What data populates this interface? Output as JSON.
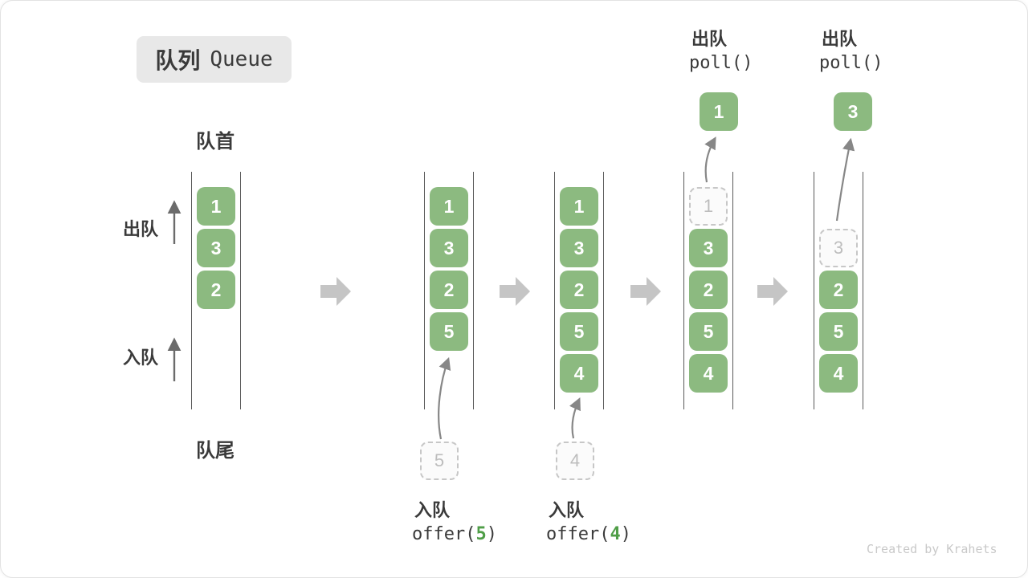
{
  "title": {
    "zh": "队列",
    "en": "Queue"
  },
  "labels": {
    "front": "队首",
    "rear": "队尾",
    "dequeue": "出队",
    "enqueue": "入队"
  },
  "states": [
    {
      "slots": [
        "1",
        "3",
        "2"
      ]
    },
    {
      "slots": [
        "1",
        "3",
        "2",
        "5"
      ],
      "incoming": "5"
    },
    {
      "slots": [
        "1",
        "3",
        "2",
        "5",
        "4"
      ],
      "incoming": "4"
    },
    {
      "dashed": "1",
      "slots": [
        "3",
        "2",
        "5",
        "4"
      ],
      "out": "1"
    },
    {
      "dashed": "3",
      "slots": [
        "2",
        "5",
        "4"
      ],
      "out": "3"
    }
  ],
  "ops": {
    "offer5": {
      "label": "入队",
      "code_pre": "offer(",
      "arg": "5",
      "code_post": ")"
    },
    "offer4": {
      "label": "入队",
      "code_pre": "offer(",
      "arg": "4",
      "code_post": ")"
    },
    "poll1": {
      "label": "出队",
      "code": "poll()"
    },
    "poll2": {
      "label": "出队",
      "code": "poll()"
    }
  },
  "watermark": "Created by Krahets",
  "colors": {
    "box_green": "#8cba80",
    "accent_green": "#4f9e47",
    "block_arrow_gray": "#c5c5c5",
    "curve_arrow_gray": "#878787",
    "channel_line": "#5a5a5a",
    "text_dark": "#3a3a3a",
    "badge_bg": "#e8e8e8",
    "dashed_border": "#c7c7c7",
    "watermark_gray": "#c9c9c9"
  }
}
